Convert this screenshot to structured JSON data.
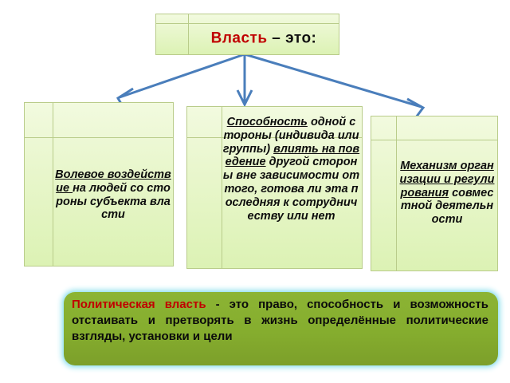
{
  "slide": {
    "title_box": {
      "highlight_text": "Власть",
      "rest_text": " – это:"
    },
    "branches": [
      {
        "id": "left",
        "underlined_lead": "Волевое воздействие ",
        "body": "на людей со стороны субъекта власти"
      },
      {
        "id": "middle",
        "underlined_lead": "Способность",
        "body_part1": " одной стороны (индивида или группы) ",
        "underlined_mid": "влиять на поведение",
        "body_part2": " другой стороны вне зависимости от того, готова ли эта последняя к сотрудничеству или нет"
      },
      {
        "id": "right",
        "underlined_lead": "Механизм организации и регулирования",
        "body": " совместной деятельности"
      }
    ],
    "banner": {
      "highlight_text": "Политическая власть",
      "rest_text": " -  это право, способность и возможность отстаивать и претворять в жизнь определённые политические взгляды, установки и цели"
    }
  },
  "colors": {
    "accent_red": "#c00000",
    "arrow_blue": "#4a7ebb",
    "box_green_light": "#f2fadf",
    "box_green_dark": "#dcf2b4",
    "box_border": "#b9cc8a",
    "banner_olive": "#85ad2e",
    "banner_glow": "#9fe4f0"
  }
}
